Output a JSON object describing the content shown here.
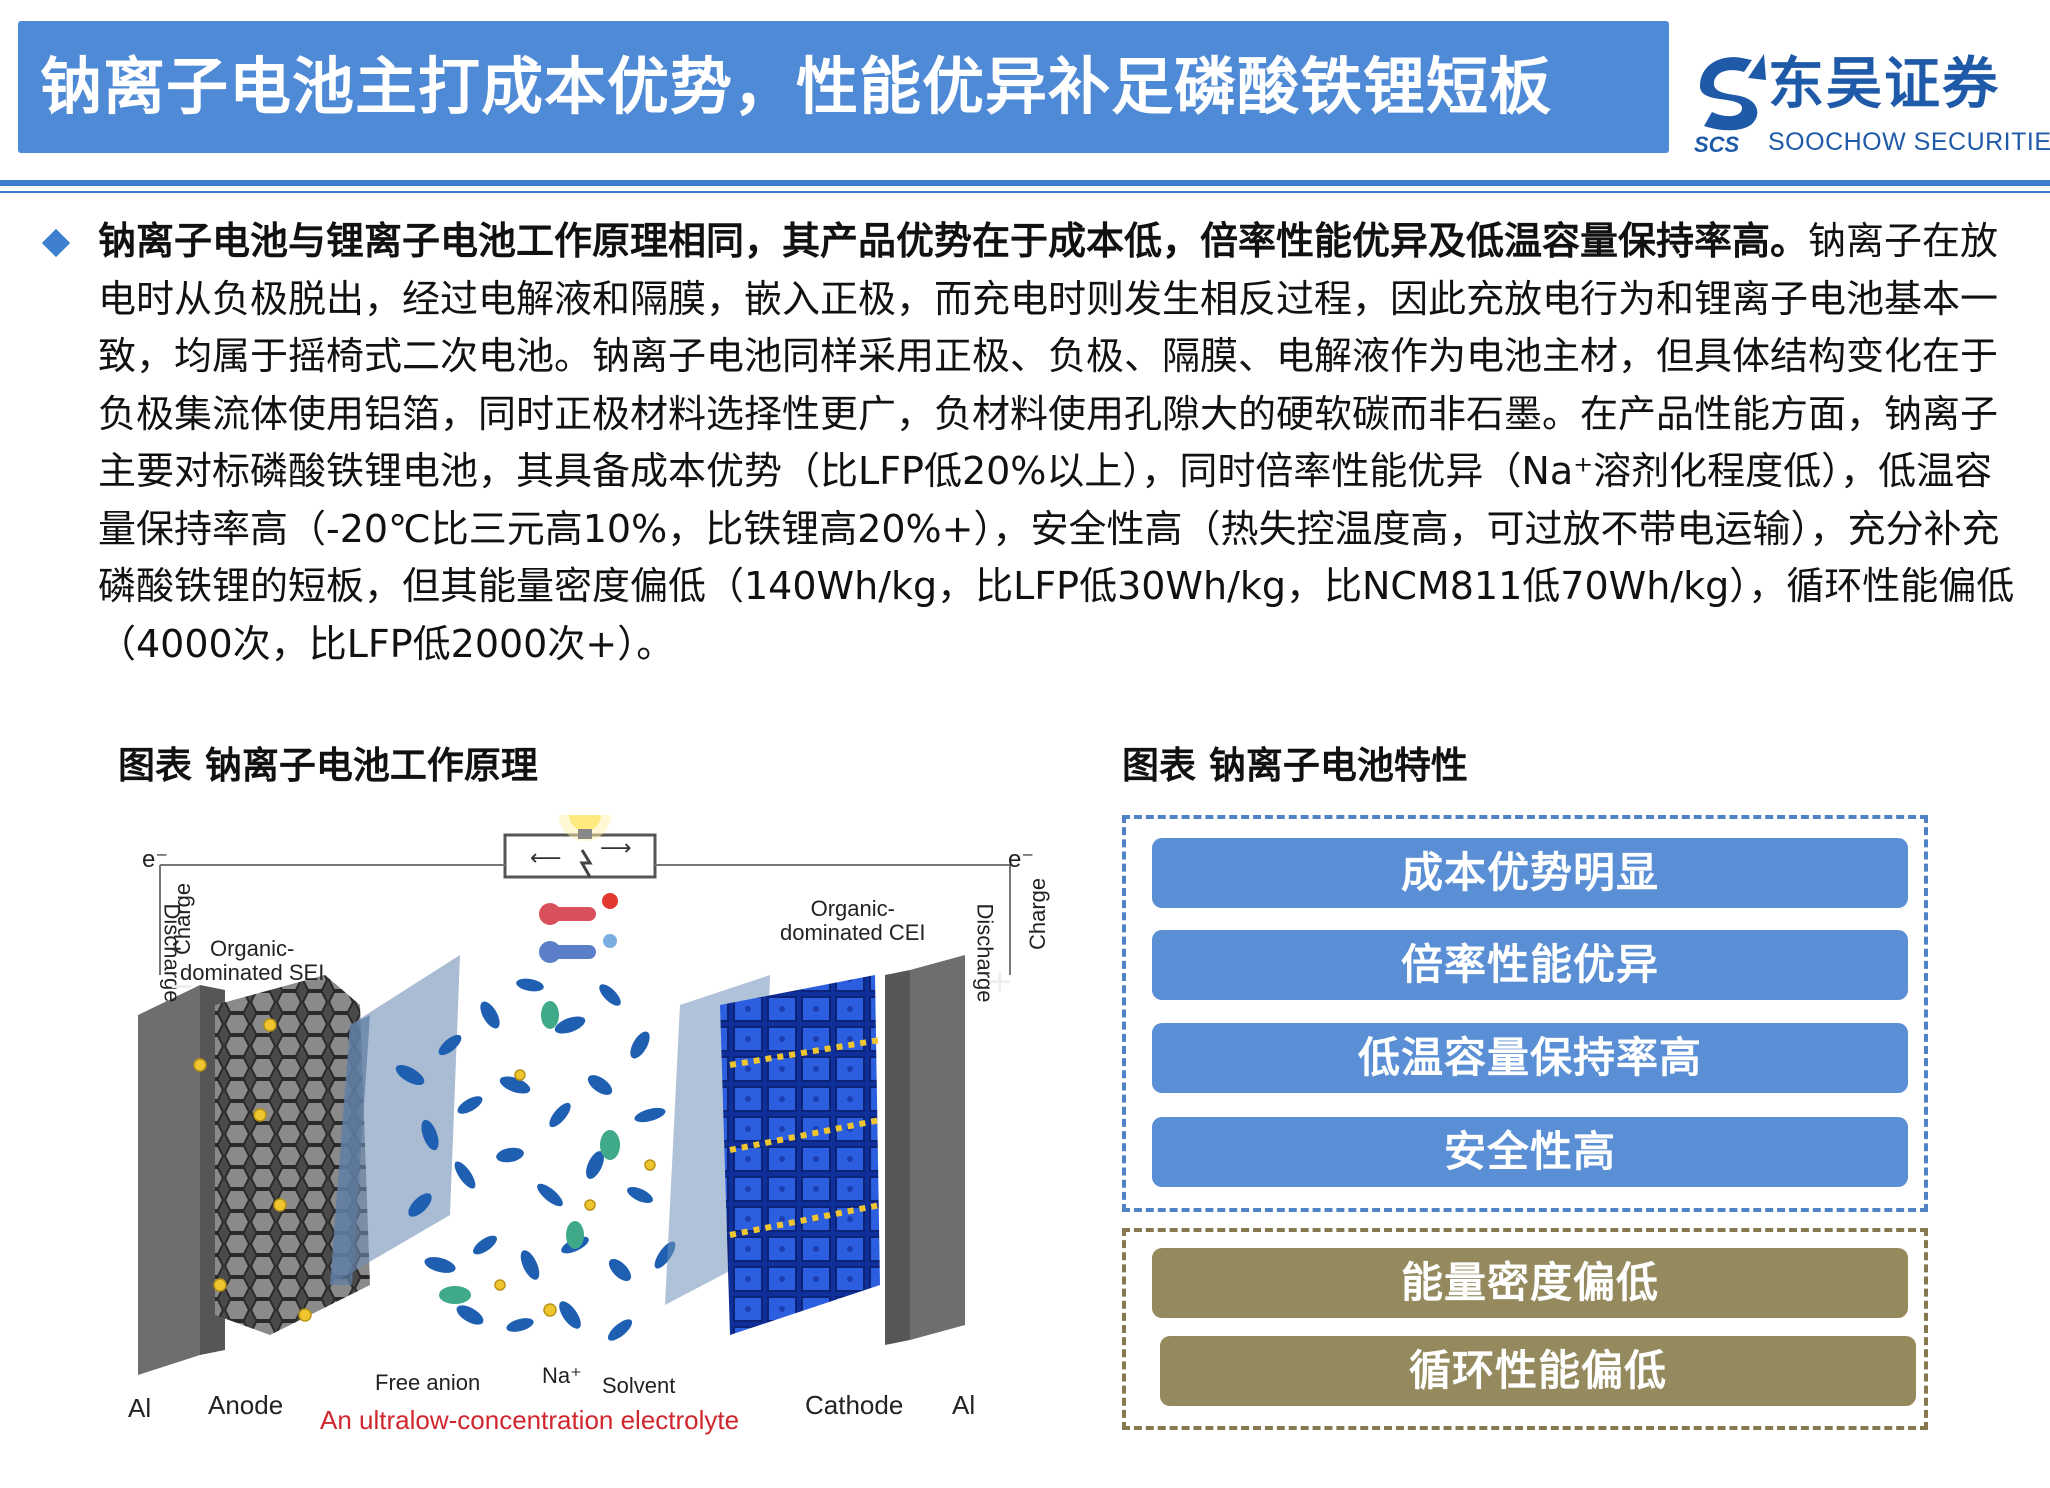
{
  "header": {
    "title": "钠离子电池主打成本优势，性能优异补足磷酸铁锂短板",
    "logo_name": "东吴证券",
    "logo_en": "SOOCHOW SECURITIES",
    "logo_abbr": "SCS"
  },
  "bullet": {
    "bold": "钠离子电池与锂离子电池工作原理相同，其产品优势在于成本低，倍率性能优异及低温容量保持率高。",
    "body": "钠离子在放电时从负极脱出，经过电解液和隔膜，嵌入正极，而充电时则发生相反过程，因此充放电行为和锂离子电池基本一致，均属于摇椅式二次电池。钠离子电池同样采用正极、负极、隔膜、电解液作为电池主材，但具体结构变化在于负极集流体使用铝箔，同时正极材料选择性更广，负材料使用孔隙大的硬软碳而非石墨。在产品性能方面，钠离子主要对标磷酸铁锂电池，其具备成本优势（比LFP低20%以上），同时倍率性能优异（Na⁺溶剂化程度低），低温容量保持率高（-20℃比三元高10%，比铁锂高20%+），安全性高（热失控温度高，可过放不带电运输），充分补充磷酸铁锂的短板，但其能量密度偏低（140Wh/kg，比LFP低30Wh/kg，比NCM811低70Wh/kg），循环性能偏低（4000次，比LFP低2000次+）。"
  },
  "figure_left": {
    "title": "图表 钠离子电池工作原理",
    "labels": {
      "e_left": "e⁻",
      "e_right": "e⁻",
      "discharge": "Discharge",
      "charge": "Charge",
      "sei": "Organic-\ndominated SEI",
      "cei": "Organic-\ndominated CEI",
      "al_left": "Al",
      "anode": "Anode",
      "free_anion": "Free anion",
      "na": "Na⁺",
      "solvent": "Solvent",
      "cathode": "Cathode",
      "al_right": "Al",
      "caption": "An ultralow-concentration electrolyte",
      "minus": "−",
      "plus": "+"
    },
    "colors": {
      "caption": "#d0262d",
      "anode": "#3c3c3c",
      "cathode": "#1a45c8",
      "ion": "#f0c630",
      "electrolyte": "#1f5fb2"
    }
  },
  "figure_right": {
    "title": "图表 钠离子电池特性",
    "advantages": [
      "成本优势明显",
      "倍率性能优异",
      "低温容量保持率高",
      "安全性高"
    ],
    "disadvantages": [
      "能量密度偏低",
      "循环性能偏低"
    ],
    "colors": {
      "advantage": "#5a8fd5",
      "disadvantage": "#948a5e"
    }
  }
}
